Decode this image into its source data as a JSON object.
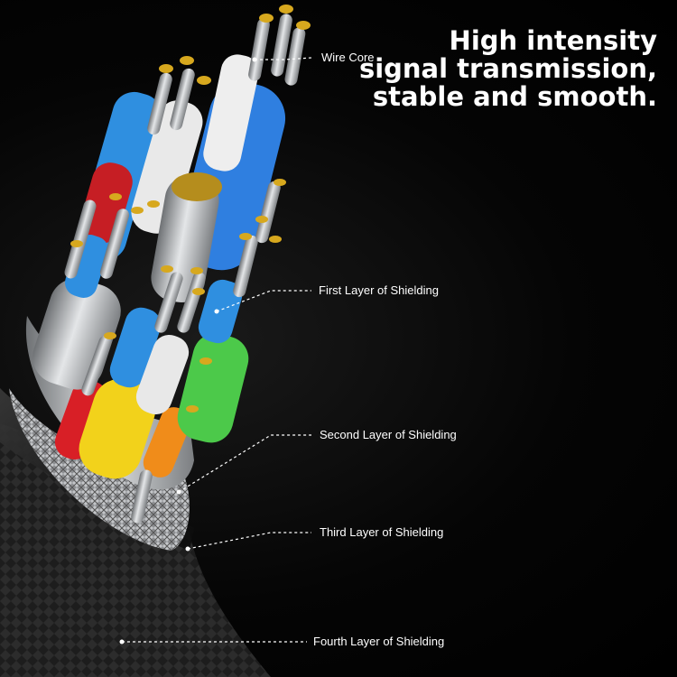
{
  "headline": {
    "line1": "High intensity",
    "line2": "signal transmission,",
    "line3": "stable and smooth."
  },
  "callouts": {
    "wire_core": "Wire Core",
    "first_layer": "First Layer of Shielding",
    "second_layer": "Second Layer of Shielding",
    "third_layer": "Third Layer of Shielding",
    "fourth_layer": "Fourth Layer of Shielding"
  },
  "colors": {
    "background": "#000000",
    "text": "#ffffff",
    "blue": "#2f8fe0",
    "red": "#d81f26",
    "yellow": "#f2d21b",
    "green": "#4cc94a",
    "orange": "#f08c1a",
    "white_insulation": "#eeeeee",
    "copper": "#d7a81e",
    "silver": "#b9bcc0"
  }
}
